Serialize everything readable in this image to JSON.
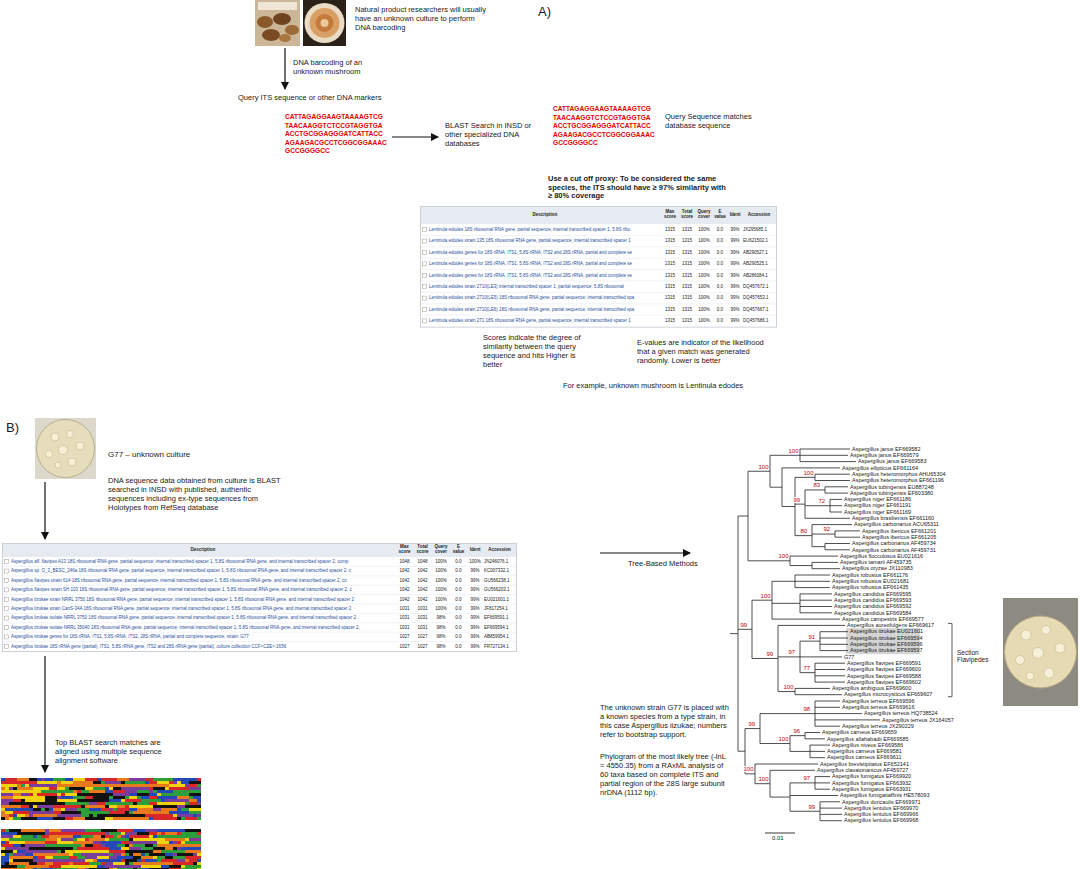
{
  "diagram": {
    "labels": [
      "A)",
      "Natural product researchers will usually have an unknown culture to perform DNA barcoding",
      "DNA barcoding of an unknown mushroom",
      "Query ITS sequence or other DNA markers",
      "CATTAGAGGAAGTAAAAGTCG TAACAAGGTCTCCGTAGGTGA ACCTGCGGAGGGATCATTACC AGAAGACGCCTCGGCGGAAAC GCCGGGGCC",
      "BLAST Search in INSD or other specialized DNA databases",
      "CATTAGAGGAAGTAAAAGTCG TAACAAGGTCTCCGTAGGTGA ACCTGCGGAGGGATCATTACC AGAAGACGCCTCGGCGGAAAC GCCGGGGCC",
      "Query Sequence matches database sequence",
      "Use a cut off proxy: To be considered the same species, the ITS should have ≥ 97% similarity with ≥ 80% coverage",
      "Description",
      "Max score",
      "Total score",
      "Query cover",
      "E value",
      "Ident",
      "Accession",
      "Lentinula edodes 18S ribosomal RNA gene, partial sequence; internal transcribed spacer 1, 5.8S ribo",
      "1315",
      "1315",
      "100%",
      "0.0",
      "99%",
      "JX295685.1",
      "Lentinula edodes strain 135 18S ribosomal RNA gene, partial sequence; internal transcribed spacer 1",
      "1315",
      "1315",
      "100%",
      "0.0",
      "99%",
      "EU621502.1",
      "Lentinula edodes genes for 18S rRNA, ITS1, 5.8S rRNA, ITS2 and 28S rRNA, partial and complete se",
      "1315",
      "1315",
      "100%",
      "0.0",
      "99%",
      "AB290527.1",
      "Lentinula edodes genes for 18S rRNA, ITS1, 5.8S rRNA, ITS2 and 28S rRNA, partial and complete se",
      "1315",
      "1315",
      "100%",
      "0.0",
      "99%",
      "AB290525.1",
      "Lentinula edodes genes for 18S rRNA, ITS1, 5.8S rRNA, ITS2 and 28S rRNA, partial and complete se",
      "1315",
      "1315",
      "100%",
      "0.0",
      "99%",
      "AB286084.1",
      "Lentinula edodes strain 2710(LE3) internal transcribed spacer 1, partial sequence; 5.8S ribosomal",
      "1315",
      "1315",
      "100%",
      "0.0",
      "99%",
      "DQ457672.1",
      "Lentinula edodes strain 2710(LE5) 18S ribosomal RNA gene, partial sequence; internal transcribed spa",
      "1315",
      "1315",
      "100%",
      "0.0",
      "99%",
      "DQ457653.1",
      "Lentinula edodes strain 2710(LE6) 18S ribosomal RNA gene, partial sequence; internal transcribed spa",
      "1315",
      "1315",
      "100%",
      "0.0",
      "99%",
      "DQ457667.1",
      "Lentinula edodes strain 271 18S ribosomal RNA gene, partial sequence; internal transcribed spacer 1",
      "1315",
      "1315",
      "100%",
      "0.0",
      "99%",
      "DQ457686.1",
      "Scores indicate the degree of similarity between the query sequence and hits Higher is better",
      "E-values are indicator of the likelihood that a given match was generated randomly. Lower is better",
      "For example, unknown mushroom is Lentinula edodes",
      "B)",
      "G77 – unknown culture",
      "DNA sequence data obtained from culture is BLAST searched in INSD with published, authentic sequences including ex-type sequences from Holotypes from RefSeq database",
      "Description",
      "Max score",
      "Total score",
      "Query cover",
      "E value",
      "Ident",
      "Accession",
      "Aspergillus aff. flavipes A13 18S ribosomal RNA gene, partial sequence; internal transcribed spacer 1, 5.8S ribosomal RNA gene, and internal transcribed spacer 2, comp",
      "1048",
      "1048",
      "100%",
      "0.0",
      "100%",
      "JN246076.1",
      "Aspergillus sp. O_3_BESC_246a 18S ribosomal RNA gene, partial sequence; internal transcribed spacer 1, 5.8S ribosomal RNA gene, and internal transcribed spacer 2, c",
      "1042",
      "1042",
      "100%",
      "0.0",
      "99%",
      "KC007332.1",
      "Aspergillus flavipes strain 614 18S ribosomal RNA gene, partial sequence; internal transcribed spacer 1, 5.8S ribosomal RNA gene, and internal transcribed spacer 2, co",
      "1042",
      "1042",
      "100%",
      "0.0",
      "99%",
      "GU566238.1",
      "Aspergillus flavipes strain SH 103 18S ribosomal RNA gene, partial sequence; internal transcribed spacer 1, 5.8S ribosomal RNA gene, and internal transcribed spacer 2, c",
      "1042",
      "1042",
      "100%",
      "0.0",
      "99%",
      "GU566203.1",
      "Aspergillus iizukae strain NRRL 3750 18S ribosomal RNA gene, partial sequence; internal transcribed spacer 1, 5.8S ribosomal RNA gene, and internal transcribed spacer 2",
      "1042",
      "1042",
      "100%",
      "0.0",
      "99%",
      "EU021601.1",
      "Aspergillus iizukae strain CanS-34A 18S ribosomal RNA gene, partial sequence; internal transcribed spacer 1, 5.8S ribosomal RNA gene, and internal transcribed spacer 2",
      "1031",
      "1031",
      "100%",
      "0.0",
      "99%",
      "JF817254.1",
      "Aspergillus iizukae isolate NRRL 3750 18S ribosomal RNA gene, partial sequence; internal transcribed spacer 1, 5.8S ribosomal RNA gene, and internal transcribed spacer 2,",
      "1031",
      "1031",
      "98%",
      "0.0",
      "99%",
      "EF669591.1",
      "Aspergillus iizukae isolate NRRL 35040 18S ribosomal RNA gene, partial sequence; internal transcribed spacer 1, 5.8S ribosomal RNA gene, and internal transcribed spacer 2,",
      "1031",
      "1031",
      "98%",
      "0.0",
      "99%",
      "EF669594.1",
      "Aspergillus iizukae genes for 18S rRNA, ITS1, 5.8S rRNA, ITS2, 28S rRNA, partial and complete sequence, strain: G77",
      "1027",
      "1027",
      "98%",
      "0.0",
      "99%",
      "AB859954.1",
      "Aspergillus iizukae 18S rRNA gene (partial), ITS1, 5.8S rRNA gene, ITS2 and 28S rRNA gene (partial), culture collection CCF<CZE>:1656",
      "1027",
      "1027",
      "98%",
      "0.0",
      "99%",
      "FR727134.1",
      "Top BLAST search matches are aligned using multiple sequence alignment software",
      "Tree-Based Methods",
      "The unknown strain G77 is placed with a known species from a type strain, in this case Aspergillus iizukae; numbers refer to bootstrap support.",
      "Phylogram of the most likely tree (-lnL = 4550.35) from a RAxML analysis of 60 taxa based on complete ITS and partial region of the 28S large subunit nrDNA (1112 bp).",
      "Aspergillus janus EF669582",
      "Aspergillus janus EF669579",
      "Aspergillus janus EF669583",
      "Aspergillus ellipticus EF661164",
      "Aspergillus heteromorphus AHU65304",
      "Aspergillus heteromorphus EF661196",
      "Aspergillus tubingensis EU887248",
      "Aspergillus tubingensis EF603380",
      "Aspergillus niger EF661186",
      "Aspergillus niger EF661191",
      "Aspergillus niger EF661169",
      "Aspergillus brasiliensis EF661160",
      "Aspergillus carbonarius ACU65311",
      "Aspergillus ibericus EF661201",
      "Aspergillus ibericus EF661205",
      "Aspergillus carbonarius AF459734",
      "Aspergillus carbonarius AF459731",
      "Aspergillus flocculosus EU021616",
      "Aspergillus tamarii AF459735",
      "Aspergillus oryzae JX110983",
      "Aspergillus robustus EF661176",
      "Aspergillus robustus EU021681",
      "Aspergillus robustus EF661435",
      "Aspergillus candidus EF669595",
      "Aspergillus candidus EF669593",
      "Aspergillus candidus EF669592",
      "Aspergillus candidus EF669584",
      "Aspergillus campestris EF669577",
      "Aspergillus aureofulgens EF669617",
      "Aspergillus iizukae EU021601",
      "Aspergillus iizukae EF669594",
      "Aspergillus iizukae EF669596",
      "Aspergillus iizukae EF669597",
      "G77",
      "Aspergillus flavipes EF669591",
      "Aspergillus flavipes EF669600",
      "Aspergillus flavipes EF669588",
      "Aspergillus flavipes EF669602",
      "Aspergillus ambiguus EF669600",
      "Aspergillus microcysticus EF669607",
      "Aspergillus terreus EF669596",
      "Aspergillus terreus EF669616",
      "Aspergillus terreus HQ738524",
      "Aspergillus terreus JX164057",
      "Aspergillus terreus JX290229",
      "Aspergillus carneus EF669659",
      "Aspergillus allahabadii EF669585",
      "Aspergillus niveus EF669586",
      "Aspergillus carneus EF669581",
      "Aspergillus carneus EF669611",
      "Aspergillus brevistipitatus EF652141",
      "Aspergillus clavatonanicus AF459727",
      "Aspergillus fumigatus EF669920",
      "Aspergillus fumigatus EF663932",
      "Aspergillus fumigatus EF663931",
      "Aspergillus fumigatiaffinis HE578093",
      "Aspergillus duricaulis EF669971",
      "Aspergillus lentulus EF669970",
      "Aspergillus lentulus EF669966",
      "Aspergillus lentulus EF669968",
      "100",
      "100",
      "100",
      "99",
      "83",
      "72",
      "80",
      "92",
      "100",
      "99",
      "100",
      "99",
      "97",
      "91",
      "77",
      "100",
      "99",
      "98",
      "100",
      "96",
      "100",
      "100",
      "97",
      "99",
      "Section Flavipedes",
      "0.01"
    ]
  }
}
